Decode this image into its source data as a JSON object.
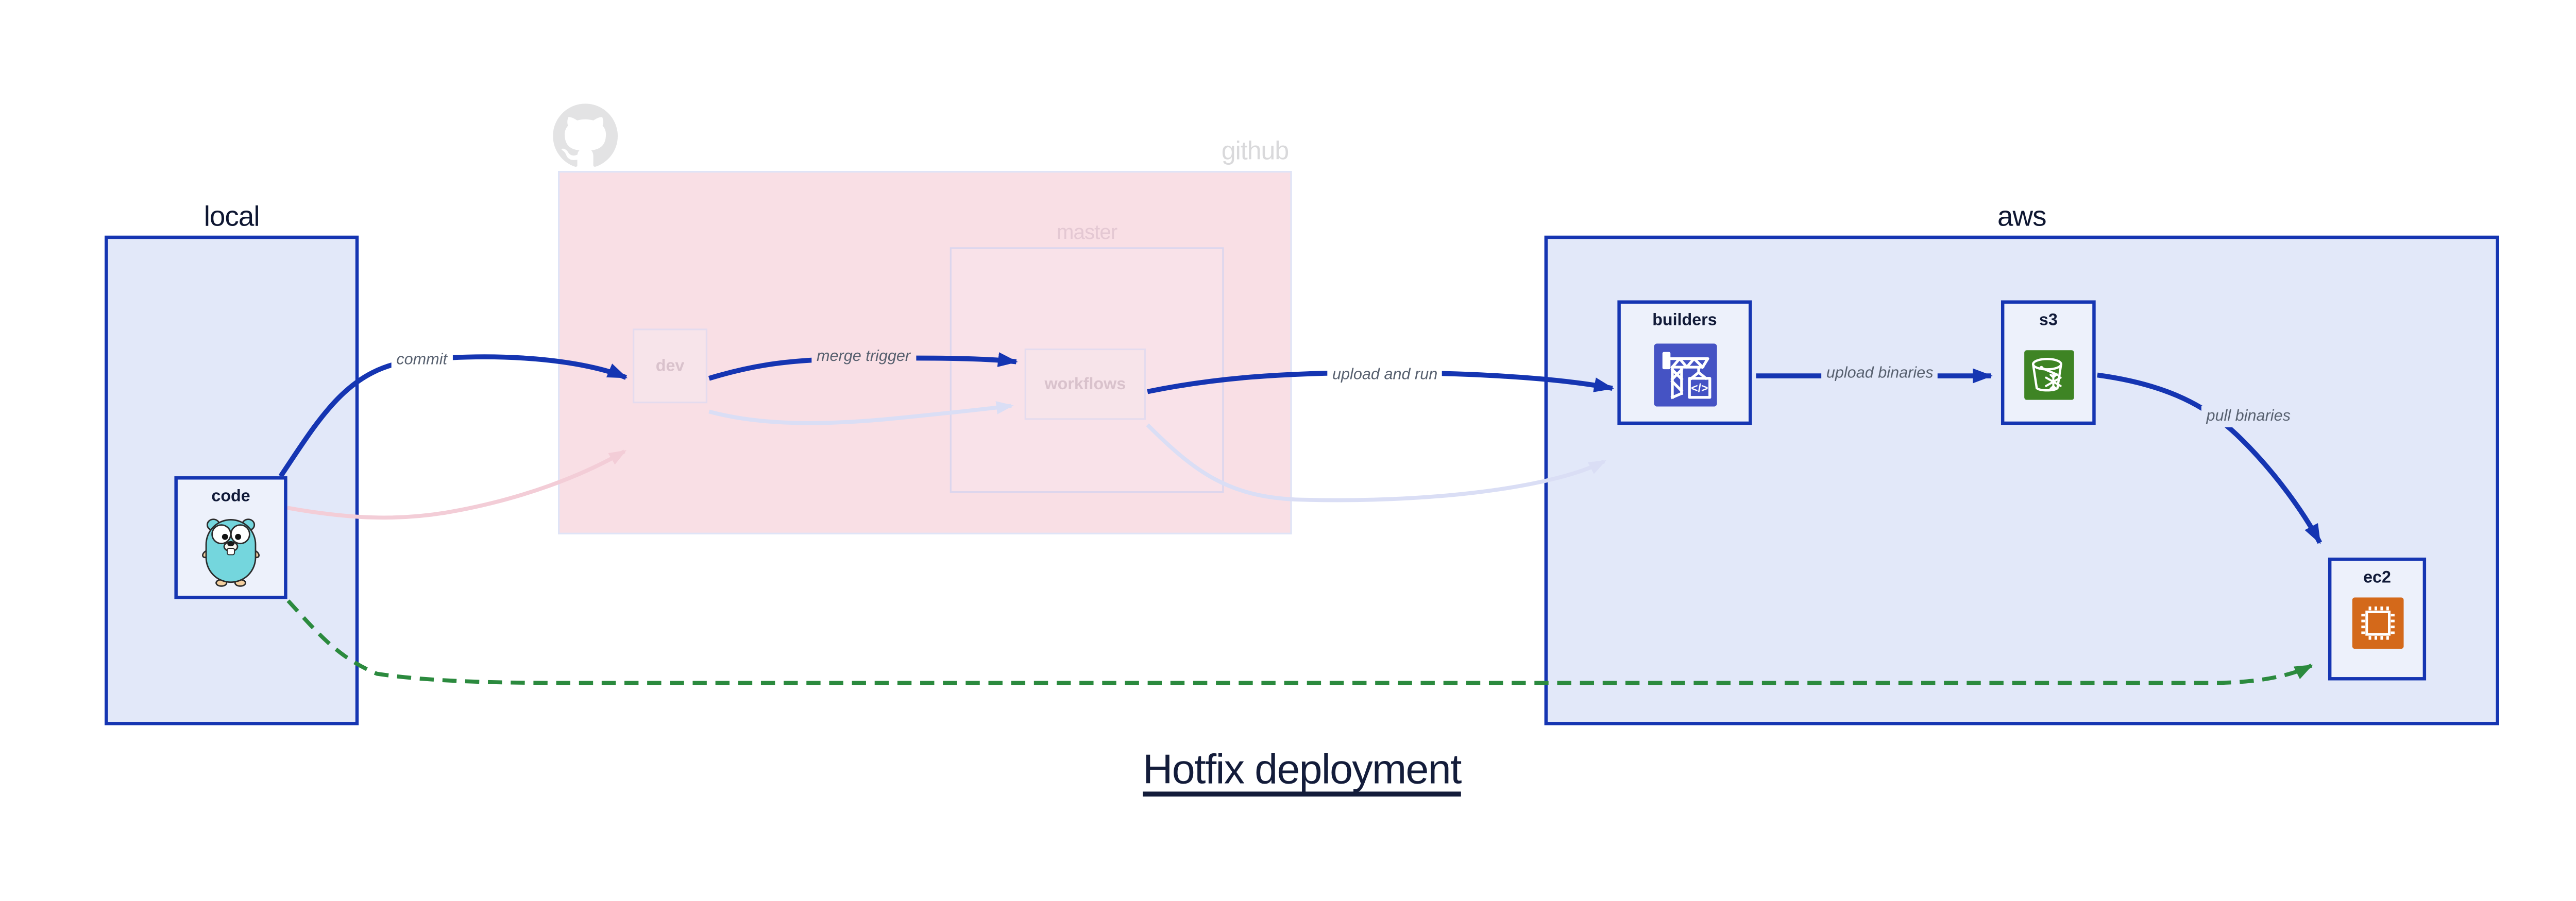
{
  "title": {
    "text": "Hotfix deployment"
  },
  "clusters": {
    "local": {
      "label": "local"
    },
    "github": {
      "label": "github"
    },
    "master": {
      "label": "master"
    },
    "aws": {
      "label": "aws"
    }
  },
  "nodes": {
    "code": {
      "label": "code",
      "icon": "go-gopher-icon"
    },
    "dev": {
      "label": "dev",
      "faded": true
    },
    "workflows": {
      "label": "workflows",
      "faded": true
    },
    "builders": {
      "label": "builders",
      "icon": "codebuild-crane-icon"
    },
    "s3": {
      "label": "s3",
      "icon": "s3-bucket-snowflake-icon"
    },
    "ec2": {
      "label": "ec2",
      "icon": "ec2-chip-icon"
    }
  },
  "edges": {
    "commit": {
      "from": "code",
      "to": "dev",
      "label": "commit",
      "style": "solid-blue"
    },
    "merge_trigger": {
      "from": "dev",
      "to": "workflows",
      "label": "merge trigger",
      "style": "solid-blue"
    },
    "upload_and_run": {
      "from": "workflows",
      "to": "builders",
      "label": "upload and run",
      "style": "solid-blue"
    },
    "upload_binaries": {
      "from": "builders",
      "to": "s3",
      "label": "upload binaries",
      "style": "solid-blue"
    },
    "pull_binaries": {
      "from": "s3",
      "to": "ec2",
      "label": "pull binaries",
      "style": "solid-blue"
    },
    "hotfix_path": {
      "from": "code",
      "to": "ec2",
      "label": "",
      "style": "dashed-green"
    },
    "faded_commit": {
      "from": "code",
      "to": "dev",
      "label": "",
      "style": "faded-pink"
    },
    "faded_merge": {
      "from": "dev",
      "to": "workflows",
      "label": "",
      "style": "faded-lavender"
    },
    "faded_upload": {
      "from": "workflows",
      "to": "builders",
      "label": "",
      "style": "faded-lavender"
    }
  },
  "icons": {
    "github_logo": "github-octocat-icon"
  },
  "colors": {
    "edge_blue": "#1535b2",
    "edge_green": "#2b8a3e",
    "faded_pink_edge": "#f3cdd7",
    "faded_lavender_edge": "#dadef5",
    "container_fill": "#e2e8f9",
    "node_fill": "#edf1fb",
    "github_fill": "#f9dfe5",
    "master_fill": "#f9e2e9",
    "codebuild_purple": "#4553c4",
    "s3_green": "#3e8424",
    "ec2_orange": "#d4691a",
    "gopher_teal": "#74d6dd",
    "edge_label_gray": "#57606f",
    "navy_text": "#0e1631",
    "octocat_gray": "#e3e3e4"
  }
}
